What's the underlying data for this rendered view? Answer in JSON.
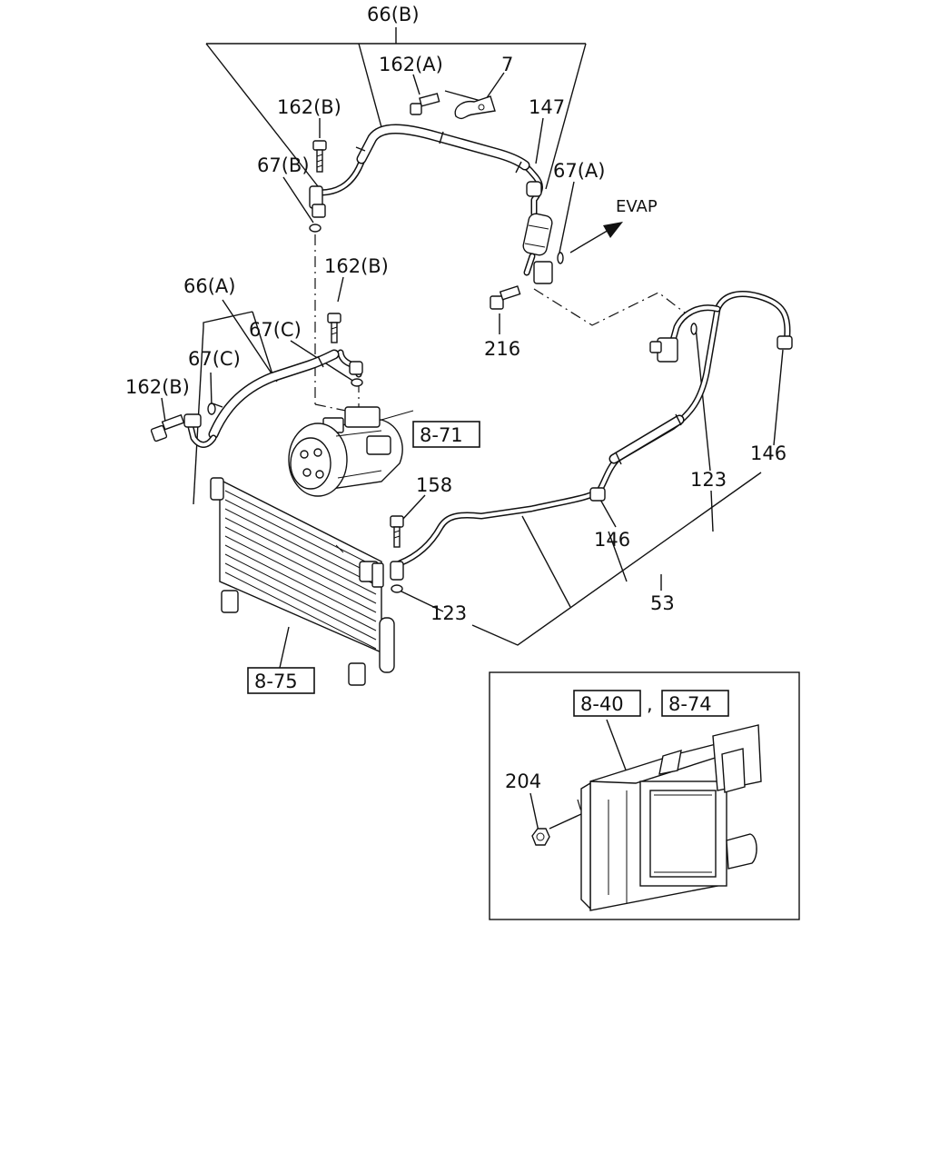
{
  "labels": {
    "hose_66b": "66(B)",
    "bolt_162a": "162(A)",
    "bracket_7": "7",
    "bolt_162b_top": "162(B)",
    "pipe_147": "147",
    "oring_67b": "67(B)",
    "oring_67a": "67(A)",
    "evap": "EVAP",
    "bolt_162b_mid": "162(B)",
    "hose_66a": "66(A)",
    "oring_67c_upper": "67(C)",
    "oring_67c_lower": "67(C)",
    "bolt_216": "216",
    "bolt_162b_left": "162(B)",
    "ref_871": "8-71",
    "clip_146_right": "146",
    "oring_123_right": "123",
    "bolt_158": "158",
    "clip_146_mid": "146",
    "oring_123_lower": "123",
    "pipe_53": "53",
    "ref_875": "8-75",
    "ref_840": "8-40",
    "ref_separator": ",",
    "ref_874": "8-74",
    "nut_204": "204"
  }
}
